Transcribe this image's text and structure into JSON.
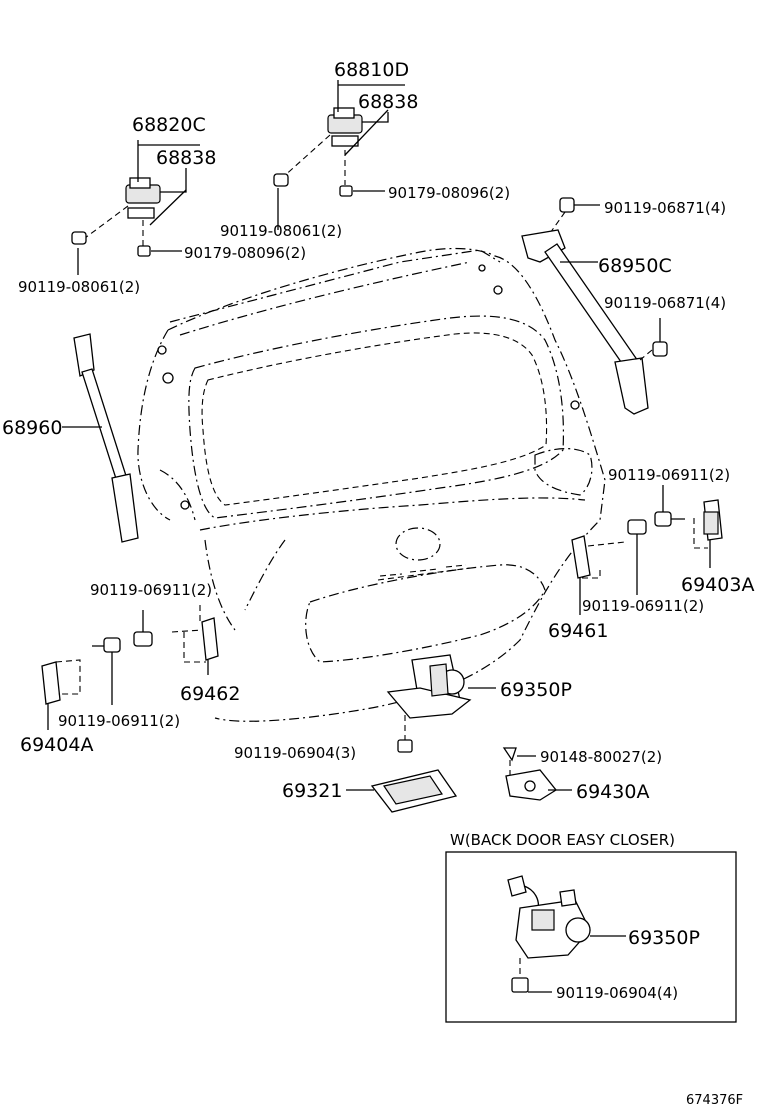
{
  "labels": {
    "p68810D": "68810D",
    "p68838_top": "68838",
    "p68820C": "68820C",
    "p68838_left": "68838",
    "p90179_top": "90179-08096(2)",
    "p90119_08061_center": "90119-08061(2)",
    "p90179_left": "90179-08096(2)",
    "p90119_08061_left": "90119-08061(2)",
    "p90119_06871_top": "90119-06871(4)",
    "p68950C": "68950C",
    "p90119_06871_mid": "90119-06871(4)",
    "p68960": "68960",
    "p90119_06911_right": "90119-06911(2)",
    "p69403A": "69403A",
    "p90119_06911_rightlow": "90119-06911(2)",
    "p69461": "69461",
    "p90119_06911_left": "90119-06911(2)",
    "p69462": "69462",
    "p69350P": "69350P",
    "p90119_06911_leftlow": "90119-06911(2)",
    "p69404A": "69404A",
    "p90119_06904_3": "90119-06904(3)",
    "p90148": "90148-80027(2)",
    "p69321": "69321",
    "p69430A": "69430A"
  },
  "inset": {
    "title": "W(BACK DOOR EASY CLOSER)",
    "part_label": "69350P",
    "bolt_label": "90119-06904(4)"
  },
  "footer": {
    "diagram_id": "674376F"
  }
}
